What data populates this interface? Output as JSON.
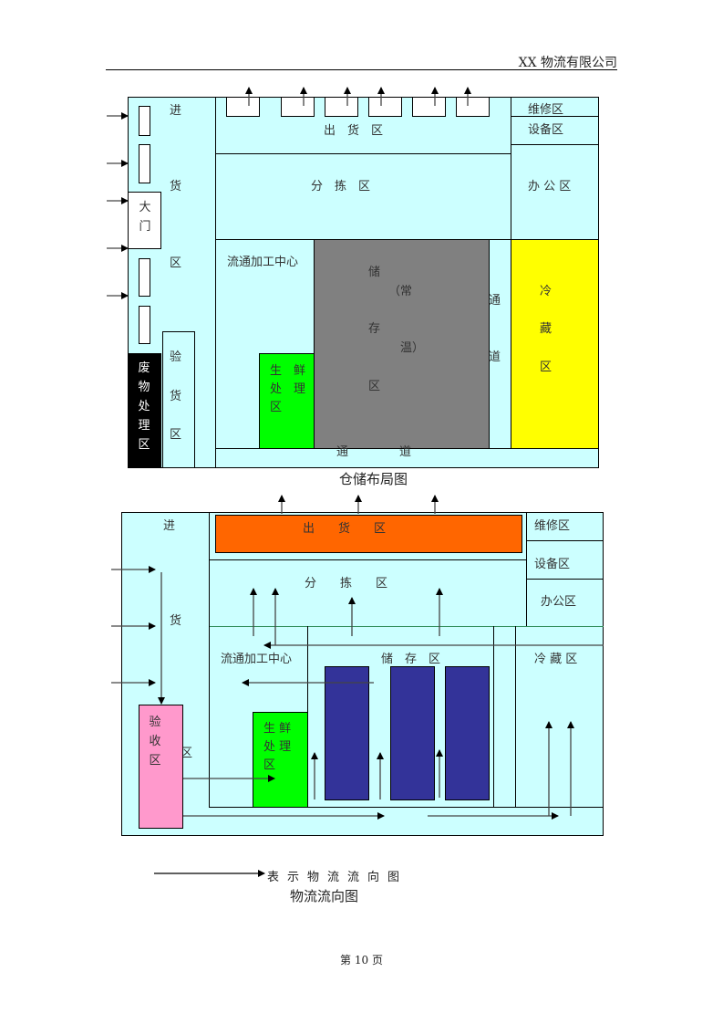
{
  "header": {
    "company": "XX 物流有限公司"
  },
  "figure1": {
    "caption": "仓储布局图",
    "zones": {
      "inbound": {
        "chars": [
          "进",
          "货",
          "区"
        ]
      },
      "gate": {
        "chars": [
          "大",
          "门"
        ]
      },
      "waste": {
        "chars": [
          "废",
          "物",
          "处",
          "理",
          "区"
        ]
      },
      "inspection": {
        "chars": [
          "验",
          "货",
          "区"
        ]
      },
      "outbound": {
        "label": "出　货　区"
      },
      "sorting": {
        "label": "分　拣　区"
      },
      "repair": {
        "label": "维修区"
      },
      "equipment": {
        "label": "设备区"
      },
      "office": {
        "label": "办 公 区"
      },
      "processing": {
        "label": "流通加工中心"
      },
      "fresh": {
        "lines": [
          "生　鲜",
          "处　理",
          "区"
        ]
      },
      "storage": {
        "chars": [
          "储",
          "存",
          "区"
        ],
        "note1": "（常",
        "note2": "温）"
      },
      "aisle_v": {
        "chars": [
          "通",
          "道"
        ]
      },
      "aisle_h": {
        "left": "通",
        "right": "道"
      },
      "cold": {
        "chars": [
          "冷",
          "藏",
          "区"
        ]
      }
    },
    "colors": {
      "cyan": "#ccffff",
      "storage": "#808080",
      "cold": "#ffff00",
      "fresh": "#00ff00",
      "waste": "#000000"
    }
  },
  "figure2": {
    "caption": "物流流向图",
    "zones": {
      "inbound_top": "进",
      "inbound_mid": "货",
      "inbound_bot": "区",
      "outbound": {
        "label": "出　　货　　区"
      },
      "sorting": {
        "label": "分　　拣　　区"
      },
      "repair": {
        "label": "维修区"
      },
      "equipment": {
        "label": "设备区"
      },
      "office": {
        "label": "办公区"
      },
      "processing": {
        "label": "流通加工中心"
      },
      "storage": {
        "label": "储　存　区"
      },
      "cold": {
        "label": "冷 藏 区"
      },
      "receiving": {
        "chars": [
          "验",
          "收",
          "区"
        ]
      },
      "fresh": {
        "lines": [
          "生 鲜",
          "处 理",
          "区"
        ]
      }
    },
    "colors": {
      "cyan": "#ccffff",
      "outbound": "#ff6600",
      "racks": "#333399",
      "receiving": "#ff99cc",
      "fresh": "#00ff00"
    }
  },
  "legend": {
    "text": "表示物流流向图"
  },
  "footer": {
    "page": "第 10 页"
  }
}
